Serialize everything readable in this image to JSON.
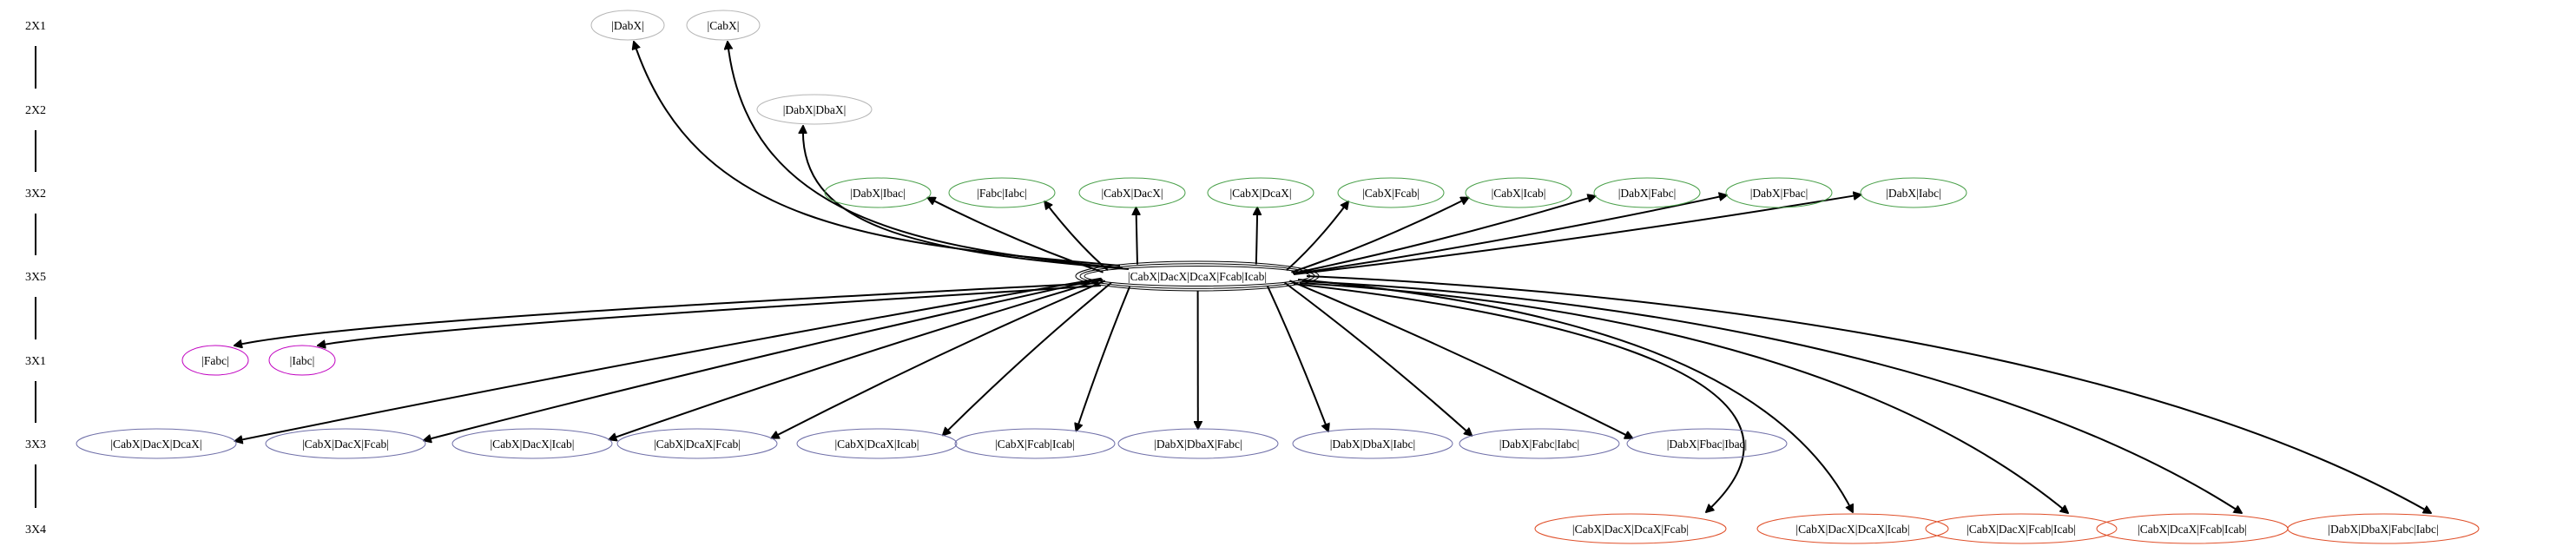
{
  "ranks": [
    "2X1",
    "2X2",
    "3X2",
    "3X5",
    "3X1",
    "3X3",
    "3X4"
  ],
  "colors": {
    "2X1": "#b5b5b5",
    "2X2": "#b5b5b5",
    "3X2": "#4aa04a",
    "3X5": "#000000",
    "3X1": "#c000c0",
    "3X3": "#6f6fa8",
    "3X4": "#e0502a"
  },
  "center": {
    "id": "center",
    "label": "|CabX|DacX|DcaX|Fcab|Icab|",
    "rank": "3X5"
  },
  "nodes": [
    {
      "id": "n1",
      "label": "|DabX|",
      "rank": "2X1"
    },
    {
      "id": "n2",
      "label": "|CabX|",
      "rank": "2X1"
    },
    {
      "id": "n3",
      "label": "|DabX|DbaX|",
      "rank": "2X2"
    },
    {
      "id": "n4",
      "label": "|DabX|Ibac|",
      "rank": "3X2"
    },
    {
      "id": "n5",
      "label": "|Fabc|Iabc|",
      "rank": "3X2"
    },
    {
      "id": "n6",
      "label": "|CabX|DacX|",
      "rank": "3X2"
    },
    {
      "id": "n7",
      "label": "|CabX|DcaX|",
      "rank": "3X2"
    },
    {
      "id": "n8",
      "label": "|CabX|Fcab|",
      "rank": "3X2"
    },
    {
      "id": "n9",
      "label": "|CabX|Icab|",
      "rank": "3X2"
    },
    {
      "id": "n10",
      "label": "|DabX|Fabc|",
      "rank": "3X2"
    },
    {
      "id": "n11",
      "label": "|DabX|Fbac|",
      "rank": "3X2"
    },
    {
      "id": "n12",
      "label": "|DabX|Iabc|",
      "rank": "3X2"
    },
    {
      "id": "n13",
      "label": "|Fabc|",
      "rank": "3X1"
    },
    {
      "id": "n14",
      "label": "|Iabc|",
      "rank": "3X1"
    },
    {
      "id": "n15",
      "label": "|CabX|DacX|DcaX|",
      "rank": "3X3"
    },
    {
      "id": "n16",
      "label": "|CabX|DacX|Fcab|",
      "rank": "3X3"
    },
    {
      "id": "n17",
      "label": "|CabX|DacX|Icab|",
      "rank": "3X3"
    },
    {
      "id": "n18",
      "label": "|CabX|DcaX|Fcab|",
      "rank": "3X3"
    },
    {
      "id": "n19",
      "label": "|CabX|DcaX|Icab|",
      "rank": "3X3"
    },
    {
      "id": "n20",
      "label": "|CabX|Fcab|Icab|",
      "rank": "3X3"
    },
    {
      "id": "n21",
      "label": "|DabX|DbaX|Fabc|",
      "rank": "3X3"
    },
    {
      "id": "n22",
      "label": "|DabX|DbaX|Iabc|",
      "rank": "3X3"
    },
    {
      "id": "n23",
      "label": "|DabX|Fabc|Iabc|",
      "rank": "3X3"
    },
    {
      "id": "n24",
      "label": "|DabX|Fbac|Ibac|",
      "rank": "3X3"
    },
    {
      "id": "n25",
      "label": "|CabX|DacX|DcaX|Fcab|",
      "rank": "3X4"
    },
    {
      "id": "n26",
      "label": "|CabX|DacX|DcaX|Icab|",
      "rank": "3X4"
    },
    {
      "id": "n27",
      "label": "|CabX|DacX|Fcab|Icab|",
      "rank": "3X4"
    },
    {
      "id": "n28",
      "label": "|CabX|DcaX|Fcab|Icab|",
      "rank": "3X4"
    },
    {
      "id": "n29",
      "label": "|DabX|DbaX|Fabc|Iabc|",
      "rank": "3X4"
    }
  ],
  "edges": [
    {
      "from": "center",
      "to": "n1"
    },
    {
      "from": "center",
      "to": "n2"
    },
    {
      "from": "center",
      "to": "n3"
    },
    {
      "from": "center",
      "to": "n4"
    },
    {
      "from": "center",
      "to": "n5"
    },
    {
      "from": "center",
      "to": "n6"
    },
    {
      "from": "center",
      "to": "n7"
    },
    {
      "from": "center",
      "to": "n8"
    },
    {
      "from": "center",
      "to": "n9"
    },
    {
      "from": "center",
      "to": "n10"
    },
    {
      "from": "center",
      "to": "n11"
    },
    {
      "from": "center",
      "to": "n12"
    },
    {
      "from": "center",
      "to": "n13"
    },
    {
      "from": "center",
      "to": "n14"
    },
    {
      "from": "center",
      "to": "n15"
    },
    {
      "from": "center",
      "to": "n16"
    },
    {
      "from": "center",
      "to": "n17"
    },
    {
      "from": "center",
      "to": "n18"
    },
    {
      "from": "center",
      "to": "n19"
    },
    {
      "from": "center",
      "to": "n20"
    },
    {
      "from": "center",
      "to": "n21"
    },
    {
      "from": "center",
      "to": "n22"
    },
    {
      "from": "center",
      "to": "n23"
    },
    {
      "from": "center",
      "to": "n24"
    },
    {
      "from": "center",
      "to": "n25"
    },
    {
      "from": "center",
      "to": "n26"
    },
    {
      "from": "center",
      "to": "n27"
    },
    {
      "from": "center",
      "to": "n28"
    },
    {
      "from": "center",
      "to": "n29"
    }
  ]
}
